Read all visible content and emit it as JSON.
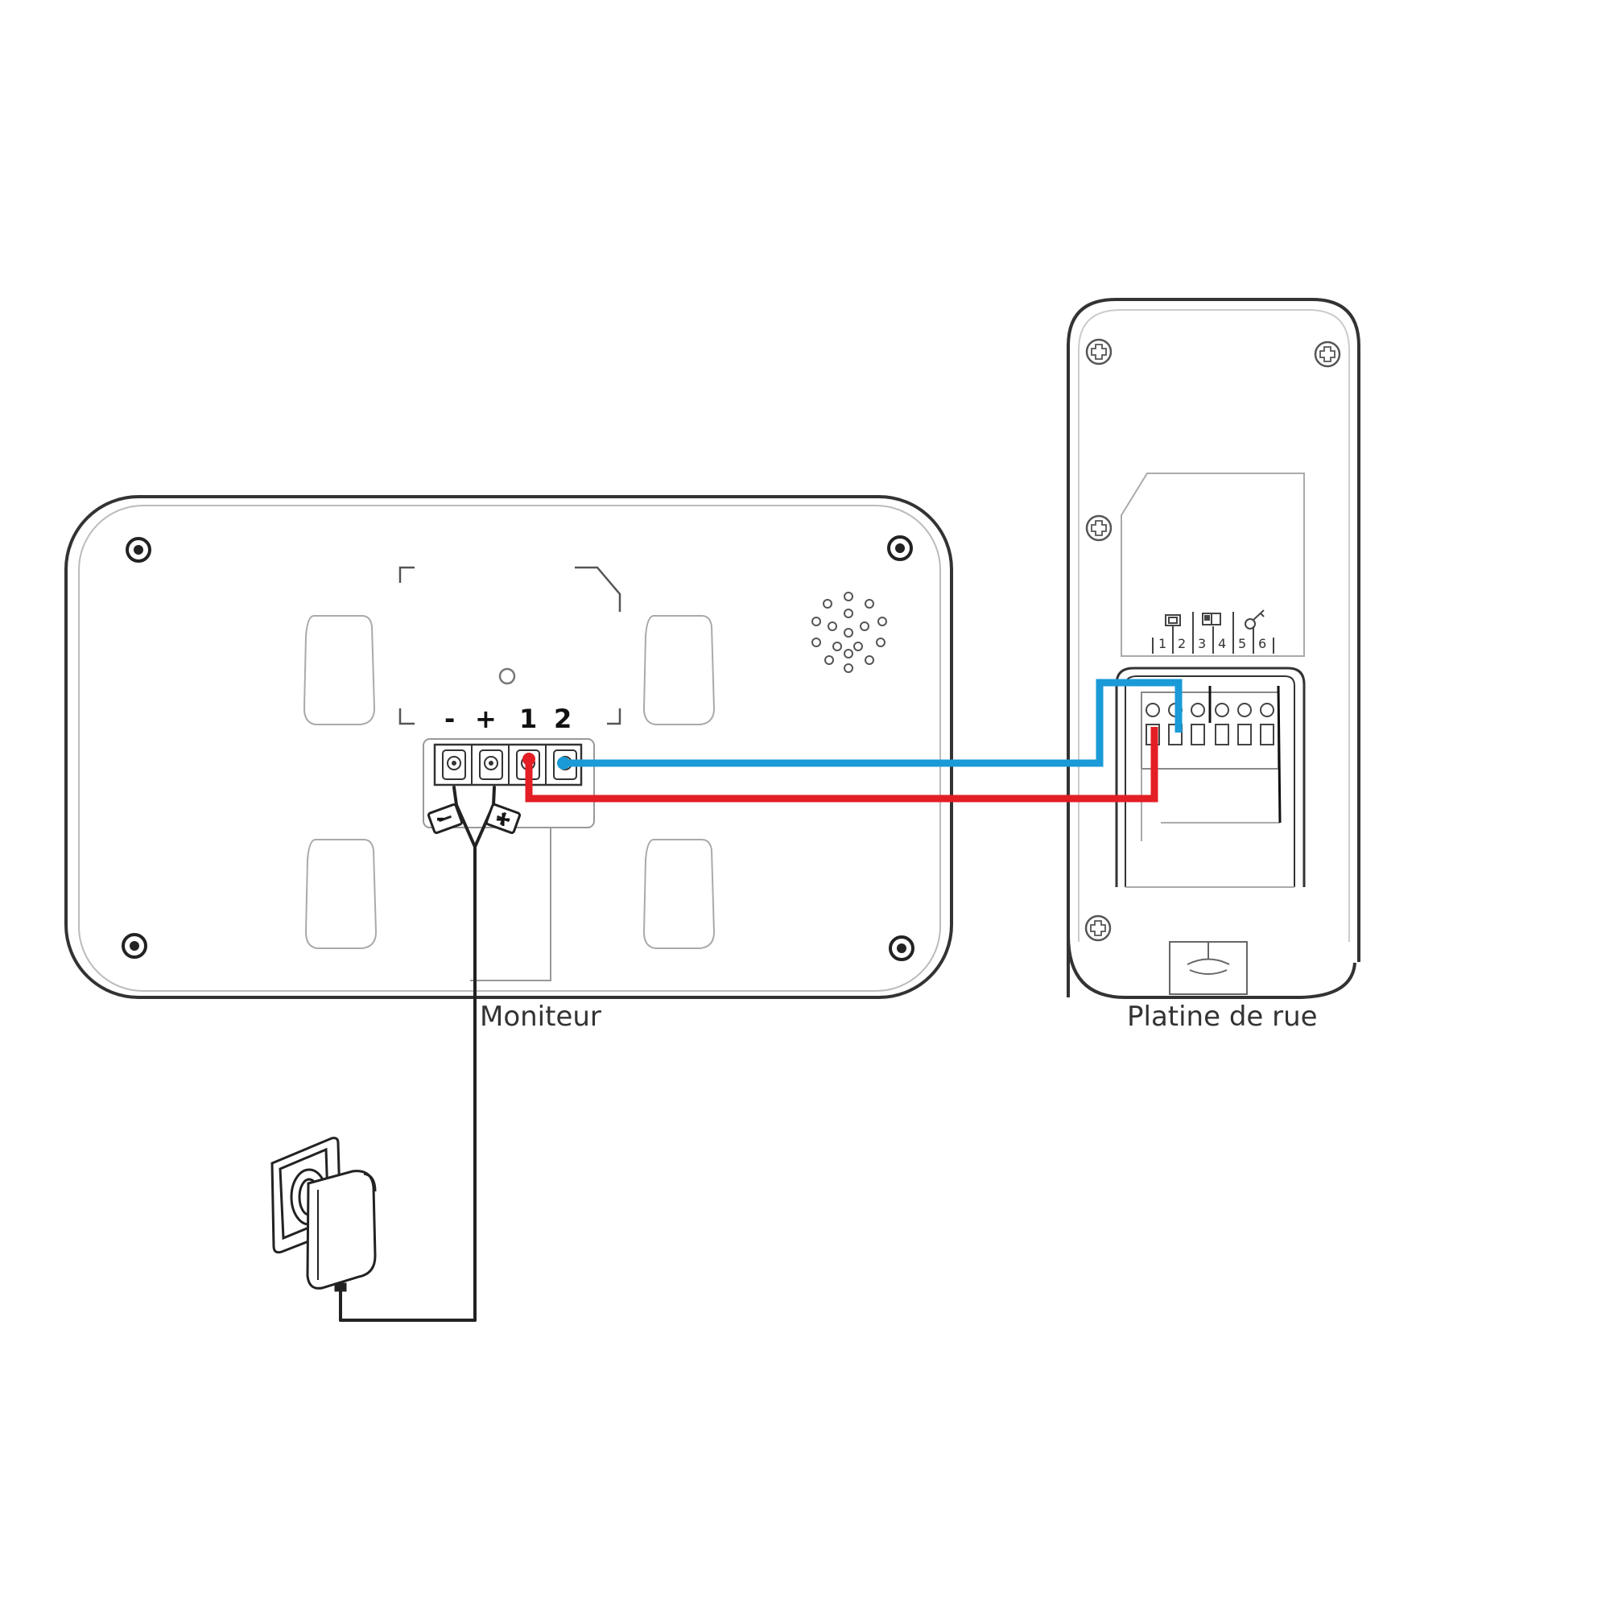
{
  "labels": {
    "monitor": "Moniteur",
    "door_panel": "Platine de rue"
  },
  "monitor_terminals": [
    "-",
    "+",
    "1",
    "2"
  ],
  "panel_terminals": [
    "1",
    "2",
    "3",
    "4",
    "5",
    "6"
  ],
  "cable_polarity": {
    "negative": "-",
    "positive": "+"
  },
  "colors": {
    "wire_1": "#e31e24",
    "wire_2": "#1a9ad7",
    "outline": "#333333",
    "power_cable": "#222222"
  },
  "icons": [
    "camera-icon",
    "bell-icon",
    "key-icon",
    "screw-icon",
    "power-adapter-icon"
  ]
}
